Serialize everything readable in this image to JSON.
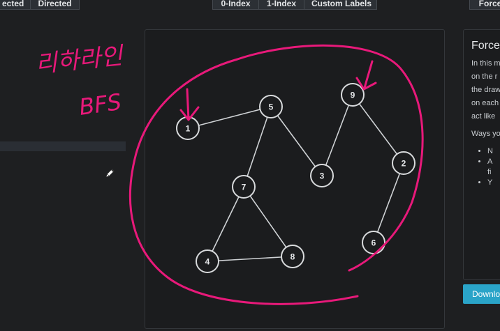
{
  "toolbar": {
    "undirected_label": "ected",
    "directed_label": "Directed",
    "index0_label": "0-Index",
    "index1_label": "1-Index",
    "custom_labels_label": "Custom Labels",
    "force_label": "Force"
  },
  "graph": {
    "nodes": [
      "1",
      "5",
      "9",
      "2",
      "3",
      "7",
      "4",
      "8",
      "6"
    ]
  },
  "panel": {
    "title": "Force",
    "desc_lines": [
      "In this m",
      "on the r",
      "the draw",
      "on each",
      "act like"
    ],
    "ways_text": "Ways yo",
    "bullets": [
      "N",
      "A",
      "fi",
      "Y"
    ],
    "download_label": "Downlo"
  },
  "annotations": {
    "handwriting_line1": "리하라인",
    "handwriting_line2": "BFS",
    "stroke_color": "#e8197a"
  },
  "colors": {
    "background": "#1e1f21",
    "canvas": "#1b1c1e",
    "node_stroke": "#d8dadc",
    "accent": "#2aa4c8"
  }
}
